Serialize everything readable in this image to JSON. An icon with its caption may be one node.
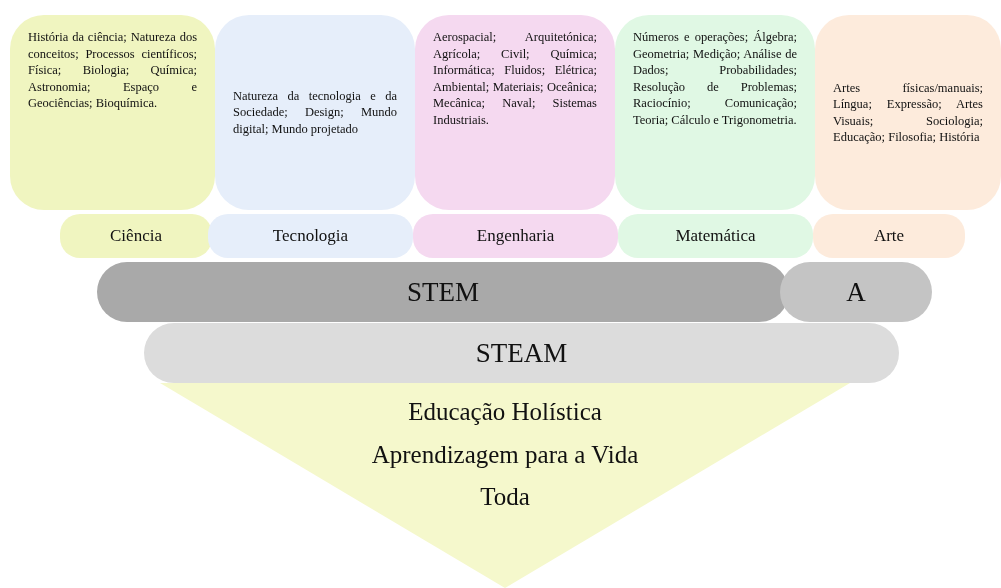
{
  "diagram": {
    "nodes": [
      {
        "text": [
          "História da ciência; Natureza dos conceitos; Processos científicos; Física; Biologia; Química; Astronomia; Espaço e Geociências; Bioquímica."
        ]
      },
      {
        "text": [
          "Natureza da tecnologia e da Sociedade; Design; Mundo digital; Mundo projetado"
        ]
      },
      {
        "text": [
          "Aerospacial; Arquitetónica; Agrícola; Civil; Química; Informática; Fluidos; Elétrica; Ambiental; Materiais; Oceânica; Mecânica; Naval; Sistemas Industriais."
        ]
      },
      {
        "text": [
          "Números e operações; Álgebra; Geometria; Medição; Análise de Dados; Probabilidades; Resolução de Problemas; Raciocínio; Comunicação; Teoria; Cálculo e Trigonometria."
        ]
      },
      {
        "text": [
          "Artes físicas/manuais; Língua; Expressão; Artes Visuais; Sociologia; Educação; Filosofia; História"
        ]
      },
      {
        "text": [
          "Ciência"
        ]
      },
      {
        "text": [
          "Tecnologia"
        ]
      },
      {
        "text": [
          "Engenharia"
        ]
      },
      {
        "text": [
          "Matemática"
        ]
      },
      {
        "text": [
          "Arte"
        ]
      },
      {
        "text": [
          "STEM"
        ]
      },
      {
        "text": [
          "A"
        ]
      },
      {
        "text": [
          "STEAM"
        ]
      },
      {
        "text": [
          "Educação Holística",
          "Aprendizagem para a Vida Toda"
        ]
      }
    ]
  }
}
